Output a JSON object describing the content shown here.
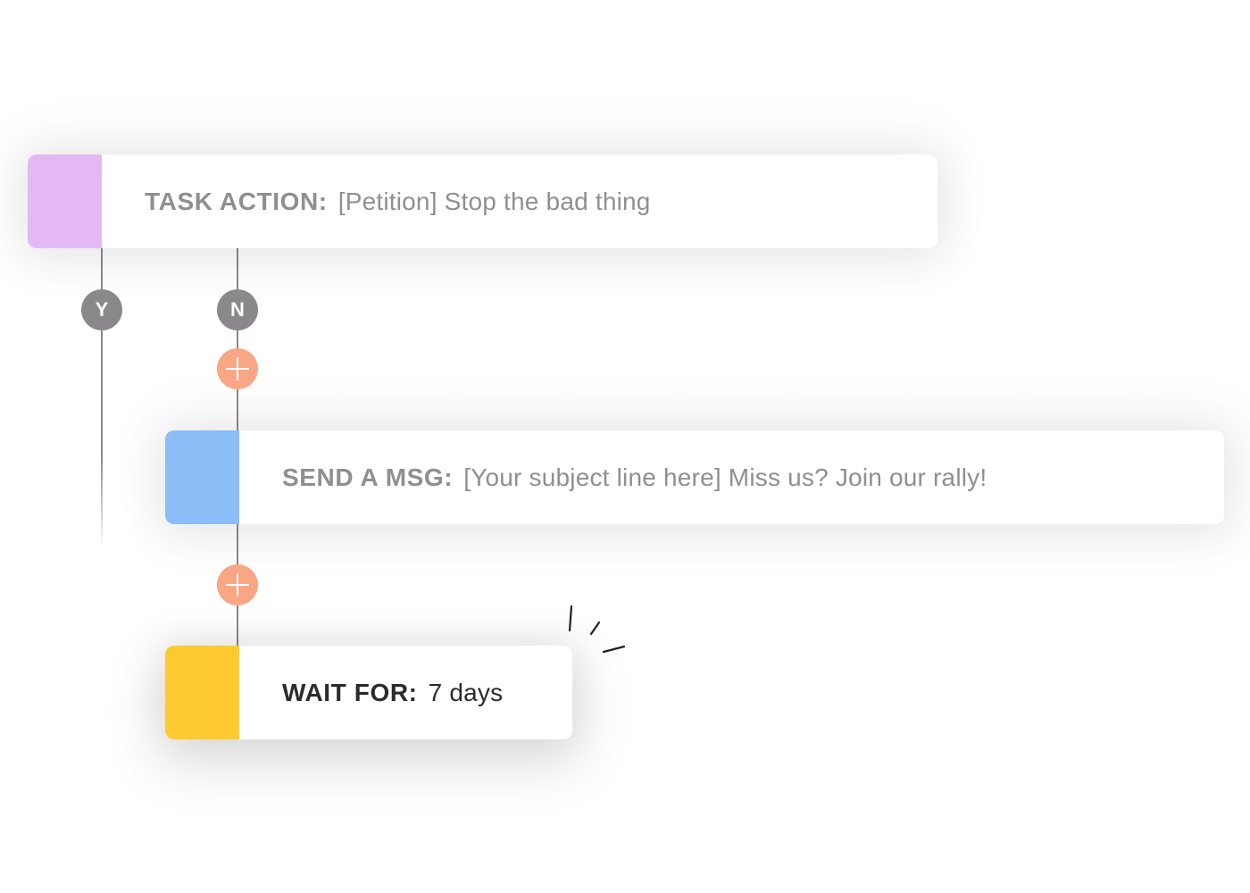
{
  "workflow": {
    "steps": [
      {
        "type": "task-action",
        "label": "TASK ACTION:",
        "value": "[Petition] Stop the bad thing",
        "color": "#e4b8f3"
      },
      {
        "type": "send-message",
        "label": "SEND A MSG:",
        "value": "[Your subject line here] Miss us? Join our rally!",
        "color": "#8bbdf7"
      },
      {
        "type": "wait-for",
        "label": "WAIT FOR:",
        "value": "7 days",
        "color": "#fdca30"
      }
    ],
    "branches": {
      "yes": "Y",
      "no": "N"
    },
    "add_step_icon": "plus-icon",
    "colors": {
      "branch_circle": "#8a888b",
      "add_button": "#f9a685",
      "connector": "#8c8a8d",
      "muted_text": "#8f8f8f",
      "dark_text": "#2b2b2b"
    }
  }
}
